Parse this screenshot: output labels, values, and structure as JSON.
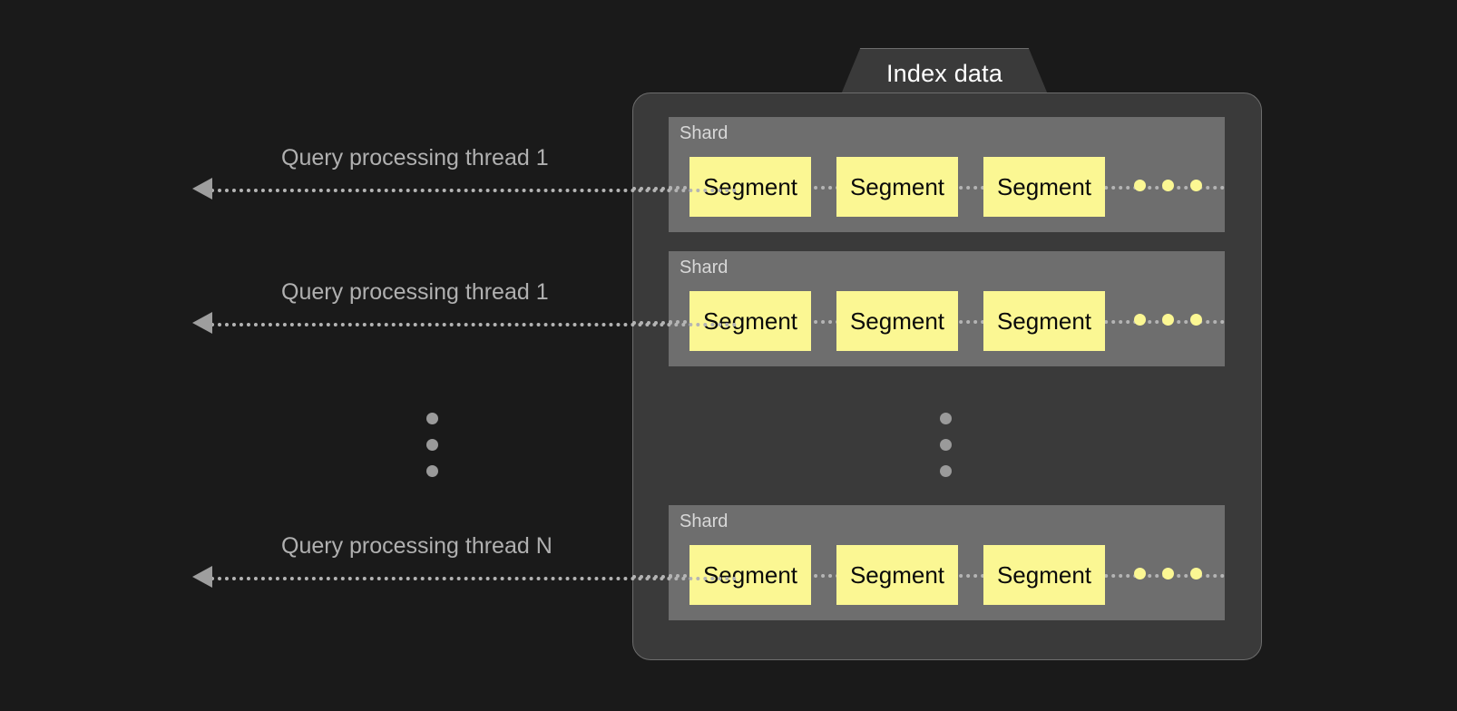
{
  "diagram": {
    "title": "Index data",
    "background_color": "#1a1a1a",
    "panel_color": "#3a3a3a",
    "shard_color": "#6e6e6e",
    "segment_color": "#fbf793",
    "line_color": "#b4b4b4",
    "label_color": "#b0b0b0"
  },
  "threads": [
    {
      "label": "Query processing thread 1",
      "arrow": "left-arrow-icon"
    },
    {
      "label": "Query processing thread 1",
      "arrow": "left-arrow-icon"
    },
    {
      "label": "Query processing thread N",
      "arrow": "left-arrow-icon"
    }
  ],
  "thread_ellipsis": "vertical-ellipsis-icon",
  "shards": [
    {
      "label": "Shard",
      "segments": [
        "Segment",
        "Segment",
        "Segment"
      ],
      "continuation": "horizontal-ellipsis-icon"
    },
    {
      "label": "Shard",
      "segments": [
        "Segment",
        "Segment",
        "Segment"
      ],
      "continuation": "horizontal-ellipsis-icon"
    },
    {
      "label": "Shard",
      "segments": [
        "Segment",
        "Segment",
        "Segment"
      ],
      "continuation": "horizontal-ellipsis-icon"
    }
  ],
  "shard_ellipsis": "vertical-ellipsis-icon"
}
